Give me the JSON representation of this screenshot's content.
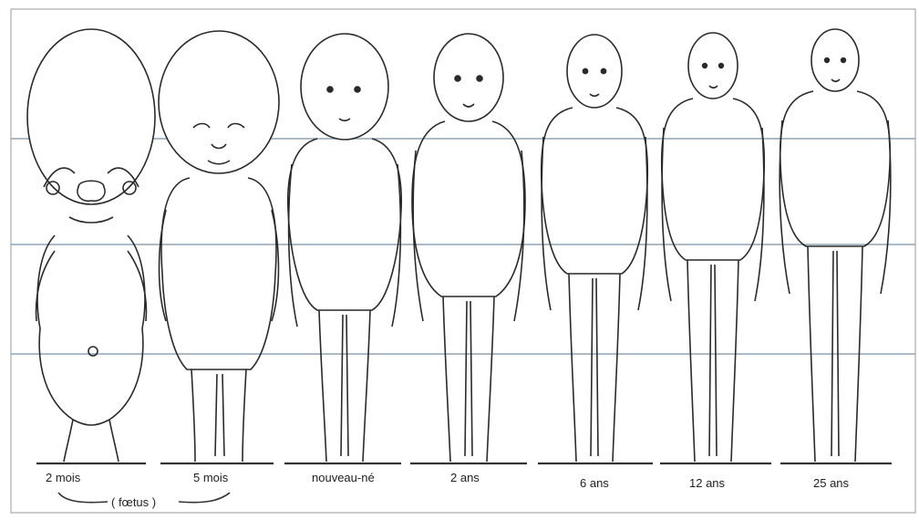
{
  "figures": [
    {
      "id": "fig-2mois",
      "label": "2 mois"
    },
    {
      "id": "fig-5mois",
      "label": "5 mois"
    },
    {
      "id": "fig-newborn",
      "label": "nouveau-né"
    },
    {
      "id": "fig-2ans",
      "label": "2 ans"
    },
    {
      "id": "fig-6ans",
      "label": "6 ans"
    },
    {
      "id": "fig-12ans",
      "label": "12 ans"
    },
    {
      "id": "fig-25ans",
      "label": "25 ans"
    }
  ],
  "fetus_bracket_label": "( fœtus )",
  "colors": {
    "guide_line": "#8fa6b6",
    "outline": "#2a2a2a",
    "ground": "#333333",
    "frame": "#888888"
  }
}
